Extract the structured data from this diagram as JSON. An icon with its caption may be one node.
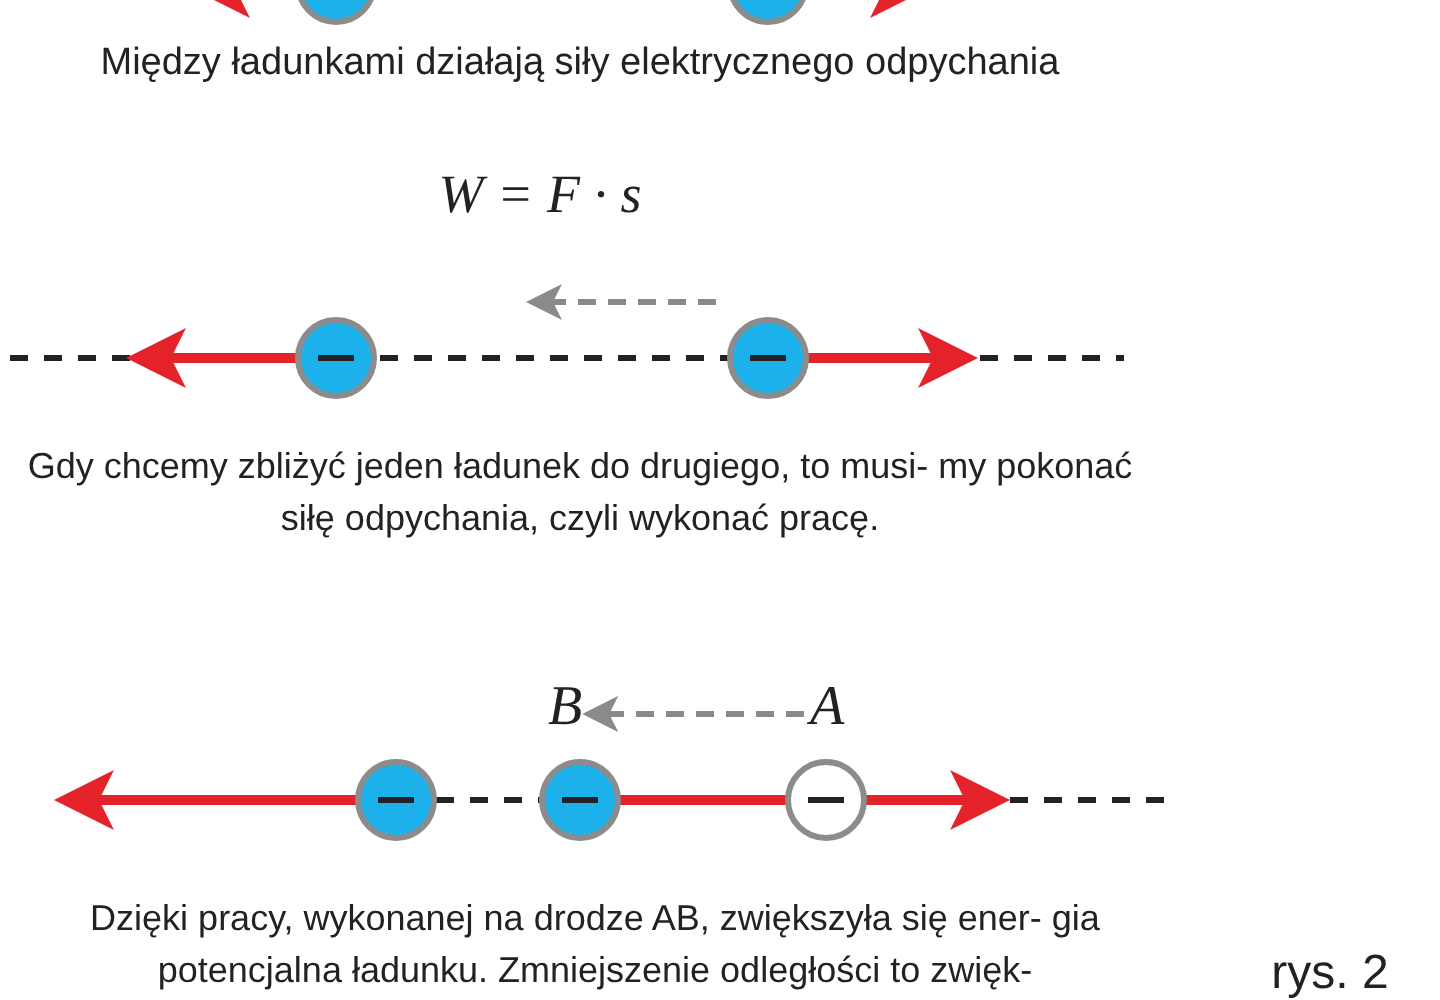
{
  "diagram": {
    "nodes": [
      {
        "text": [
          "B"
        ]
      },
      {
        "text": [
          "A"
        ]
      }
    ],
    "edges": [
      {
        "from": 1,
        "to": 0,
        "arrow": "to",
        "style": "dashed",
        "color": "#8a8a8a"
      }
    ],
    "labels": [
      "Między ładunkami działają siły elektrycznego odpychania",
      "W = F · s",
      "Gdy chcemy zbliżyć jeden ładunek do drugiego, to musi- my pokonać siłę odpychania, czyli wykonać pracę.",
      "Dzięki pracy, wykonanej na drodze AB, zwiększyła się ener- gia potencjalna ładunku. Zmniejszenie odległości to zwięk-",
      "rys. 2"
    ]
  }
}
